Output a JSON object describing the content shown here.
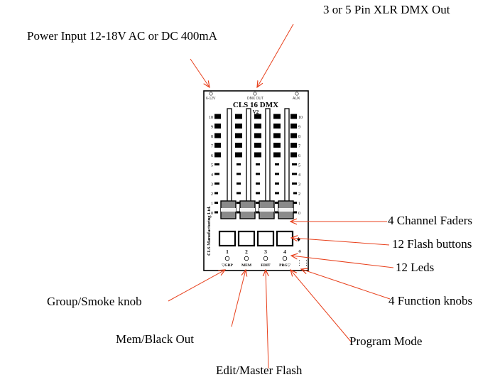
{
  "callouts": {
    "dmx_out": "3 or 5 Pin XLR DMX Out",
    "power": "Power Input 12-18V AC or DC 400mA",
    "faders": "4 Channel Faders",
    "flash_buttons": "12 Flash buttons",
    "leds": "12 Leds",
    "function_knobs": "4 Function knobs",
    "group_smoke": "Group/Smoke knob",
    "mem_blackout": "Mem/Black Out",
    "program_mode": "Program Mode",
    "edit_master": "Edit/Master Flash"
  },
  "device": {
    "model": "CLS 16 DMX",
    "version": "V2",
    "side_text": "CLS Manufacturing Ltd.",
    "connectors": [
      "6-12V",
      "DMX OUT",
      "AUX"
    ],
    "scale_labels": [
      "10",
      "9",
      "8",
      "7",
      "6",
      "5",
      "4",
      "3",
      "2",
      "1",
      "0"
    ],
    "channel_numbers": [
      "1",
      "2",
      "3",
      "4"
    ],
    "knob_labels": [
      "▽GRP",
      "MEM",
      "EDIT",
      "PRG▽"
    ]
  },
  "colors": {
    "arrow": "#e8401c",
    "line": "#000000"
  }
}
